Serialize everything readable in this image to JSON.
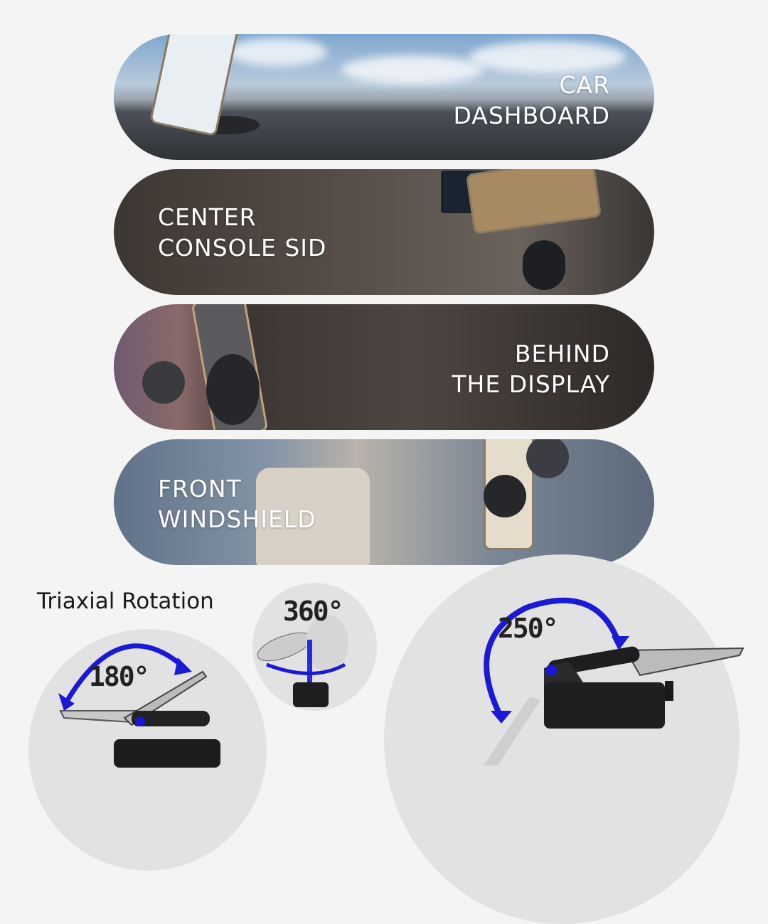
{
  "panels": [
    {
      "line1": "CAR",
      "line2": "DASHBOARD"
    },
    {
      "line1": "CENTER",
      "line2": "CONSOLE SID"
    },
    {
      "line1": "BEHIND",
      "line2": "THE DISPLAY"
    },
    {
      "line1": "FRONT",
      "line2": "WINDSHIELD"
    }
  ],
  "rotation": {
    "title": "Triaxial Rotation",
    "angles": [
      "180°",
      "360°",
      "250°"
    ]
  },
  "colors": {
    "arrow": "#1a1ad6",
    "background": "#f4f4f4"
  }
}
